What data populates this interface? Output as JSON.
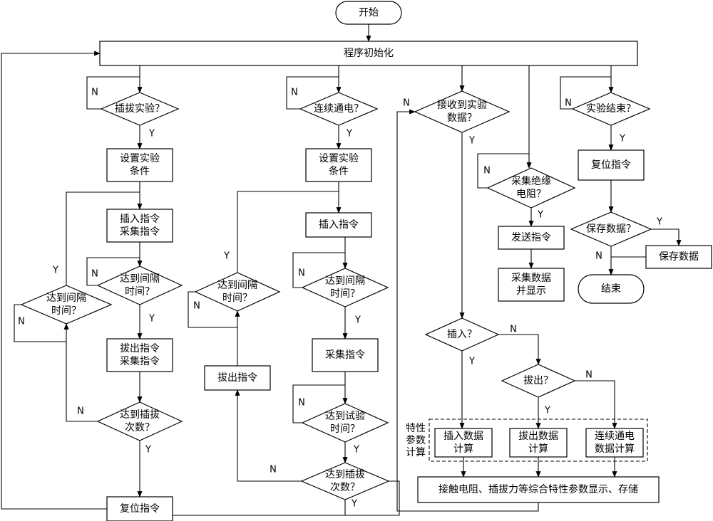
{
  "nodes": {
    "start": "开始",
    "init": "程序初始化",
    "plug_test": "插拔实验？",
    "set_cond_1": [
      "设置实验",
      "条件"
    ],
    "insert_collect": [
      "插入指令",
      "采集指令"
    ],
    "interval_1": [
      "达到间隔",
      "时间？"
    ],
    "interval_left": [
      "达到间隔",
      "时间？"
    ],
    "pull_collect": [
      "拔出指令",
      "采集指令"
    ],
    "plug_count_1": [
      "达到插拔",
      "次数？"
    ],
    "reset_1": "复位指令",
    "continuous_power": "连续通电？",
    "set_cond_2": [
      "设置实验",
      "条件"
    ],
    "insert_cmd": "插入指令",
    "interval_2": [
      "达到间隔",
      "时间？"
    ],
    "interval_mid": [
      "达到间隔",
      "时间？"
    ],
    "collect_cmd": "采集指令",
    "pull_cmd": "拔出指令",
    "test_time": [
      "达到试验",
      "时间？"
    ],
    "plug_count_2": [
      "达到插拔",
      "次数？"
    ],
    "receive_data": [
      "接收到实验",
      "数据？"
    ],
    "insert_q": "插入？",
    "pull_q": "拔出？",
    "insert_calc": [
      "插入数据",
      "计算"
    ],
    "pull_calc": [
      "拔出数据",
      "计算"
    ],
    "power_calc": [
      "连续通电",
      "数据计算"
    ],
    "char_params": [
      "特性",
      "参数",
      "计算"
    ],
    "display_store": "接触电阻、插拔力等综合特性参数显示、存储",
    "collect_insul": [
      "采集绝缘",
      "电阻？"
    ],
    "send_cmd": "发送指令",
    "collect_display": [
      "采集数据",
      "并显示"
    ],
    "test_end": "实验结束？",
    "reset_2": "复位指令",
    "save_q": "保存数据？",
    "save_data": "保存数据",
    "end": "结束"
  },
  "edge_labels": {
    "yes": "Y",
    "no": "N"
  }
}
